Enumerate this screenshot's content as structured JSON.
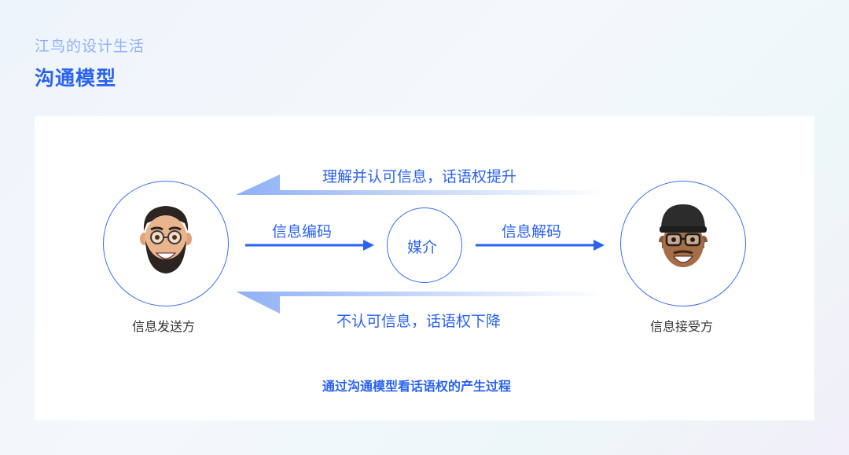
{
  "header": {
    "brand": "江鸟的设计生活",
    "title": "沟通模型"
  },
  "diagram": {
    "sender": {
      "label": "信息发送方",
      "icon": "bearded-man-memoji-icon"
    },
    "receiver": {
      "label": "信息接受方",
      "icon": "cap-man-memoji-icon"
    },
    "medium": {
      "label": "媒介"
    },
    "encode_label": "信息编码",
    "decode_label": "信息解码",
    "feedback_positive": "理解并认可信息，话语权提升",
    "feedback_negative": "不认可信息，话语权下降",
    "caption": "通过沟通模型看话语权的产生过程"
  },
  "colors": {
    "accent": "#2a63f0",
    "brand_light": "#8fb0f6",
    "text_dark": "#333333"
  }
}
